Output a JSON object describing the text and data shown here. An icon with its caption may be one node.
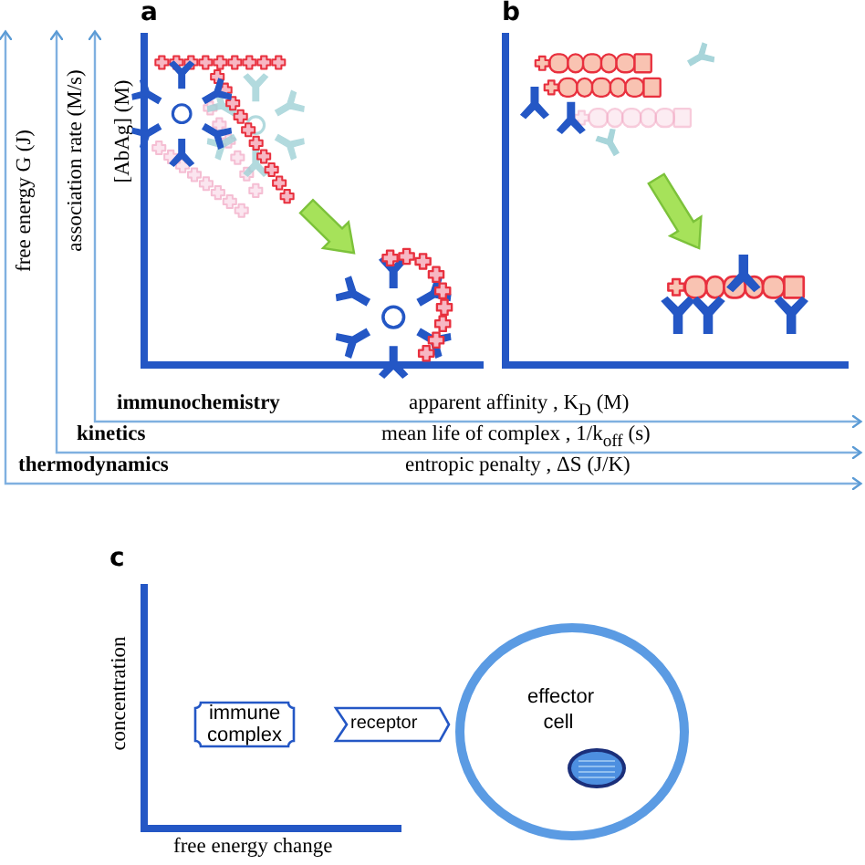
{
  "diagram": {
    "nodes": [
      {
        "text": [],
        "shape": "picture"
      },
      {
        "text": [],
        "shape": "picture"
      },
      {
        "text": [],
        "shape": "picture"
      },
      {
        "text": [],
        "shape": "picture"
      },
      {
        "text": [
          "immune complex"
        ]
      },
      {
        "text": [
          "receptor"
        ]
      },
      {
        "text": [
          "effector cell"
        ]
      }
    ],
    "edges": [
      {
        "from": 0,
        "to": 1,
        "arrow": "to",
        "style": "thick",
        "color": "#a6e25a"
      },
      {
        "from": 2,
        "to": 3,
        "arrow": "to",
        "style": "thick",
        "color": "#a6e25a"
      }
    ],
    "labels": [
      "a",
      "b",
      "free energy G (J)",
      "association rate (M/s)",
      "[AbAg] (M)",
      "immunochemistry",
      "apparent affinity , K$_{D}$ (M)",
      "kinetics",
      "mean life of complex , 1/k$_{off}$ (s)",
      "thermodynamics",
      "entropic penalty , ΔS (J/K)",
      "c",
      "concentration",
      "free energy change"
    ]
  }
}
